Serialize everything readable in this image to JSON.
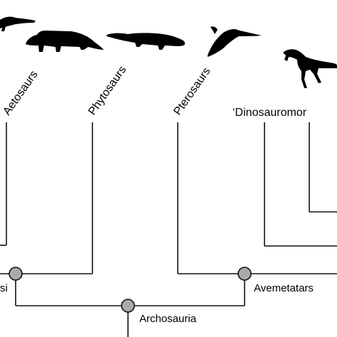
{
  "taxa": [
    {
      "id": "aetosaurs",
      "label": "Aetosaurs"
    },
    {
      "id": "phytosaurs",
      "label": "Phytosaurs"
    },
    {
      "id": "pterosaurs",
      "label": "Pterosaurs"
    },
    {
      "id": "dinosauromorphs",
      "label": "‘Dinosauromor"
    }
  ],
  "clades": [
    {
      "id": "pseudosuchia",
      "label": "si"
    },
    {
      "id": "avemetatarsalia",
      "label": "Avemetatars"
    },
    {
      "id": "archosauria",
      "label": "Archosauria"
    }
  ],
  "colors": {
    "node_fill": "#a9a9a9",
    "line": "#111111",
    "silhouette": "#000000"
  },
  "silhouettes": [
    "crocodylomorph-silhouette",
    "aetosaur-silhouette",
    "phytosaur-silhouette",
    "pterosaur-silhouette",
    "dinosauromorph-silhouette"
  ]
}
